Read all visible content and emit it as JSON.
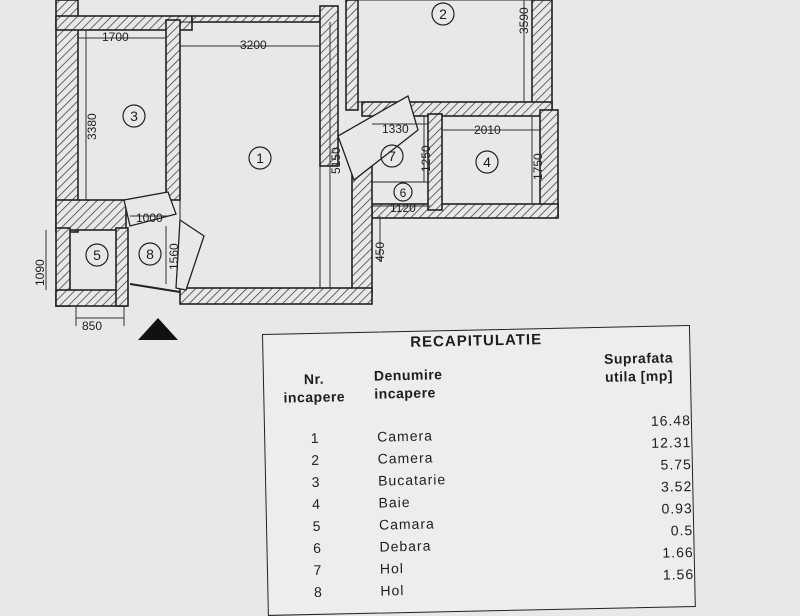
{
  "plan": {
    "rooms": [
      {
        "id": "1",
        "label": "1"
      },
      {
        "id": "2",
        "label": "2"
      },
      {
        "id": "3",
        "label": "3"
      },
      {
        "id": "4",
        "label": "4"
      },
      {
        "id": "5",
        "label": "5"
      },
      {
        "id": "6",
        "label": "6"
      },
      {
        "id": "7",
        "label": "7"
      },
      {
        "id": "8",
        "label": "8"
      }
    ],
    "dimensions": {
      "d1700": "1700",
      "d3200": "3200",
      "d3380": "3380",
      "d5150": "5150",
      "d3590": "3590",
      "d1330": "1330",
      "d2010": "2010",
      "d1250": "1250",
      "d1750": "1750",
      "d1000": "1000",
      "d1120": "1120",
      "d1560": "1560",
      "d1090": "1090",
      "d450": "450",
      "d850": "850"
    }
  },
  "recap": {
    "title": "RECAPITULATIE",
    "col_nr": "Nr. incapere",
    "col_nr_1": "Nr.",
    "col_nr_2": "incapere",
    "col_name_1": "Denumire",
    "col_name_2": "incapere",
    "col_area_1": "Suprafata",
    "col_area_2": "utila [mp]",
    "rows": [
      {
        "nr": "1",
        "name": "Camera",
        "area": "16.48"
      },
      {
        "nr": "2",
        "name": "Camera",
        "area": "12.31"
      },
      {
        "nr": "3",
        "name": "Bucatarie",
        "area": "5.75"
      },
      {
        "nr": "4",
        "name": "Baie",
        "area": "3.52"
      },
      {
        "nr": "5",
        "name": "Camara",
        "area": "0.93"
      },
      {
        "nr": "6",
        "name": "Debara",
        "area": "0.5"
      },
      {
        "nr": "7",
        "name": "Hol",
        "area": "1.66"
      },
      {
        "nr": "8",
        "name": "Hol",
        "area": "1.56"
      }
    ]
  }
}
